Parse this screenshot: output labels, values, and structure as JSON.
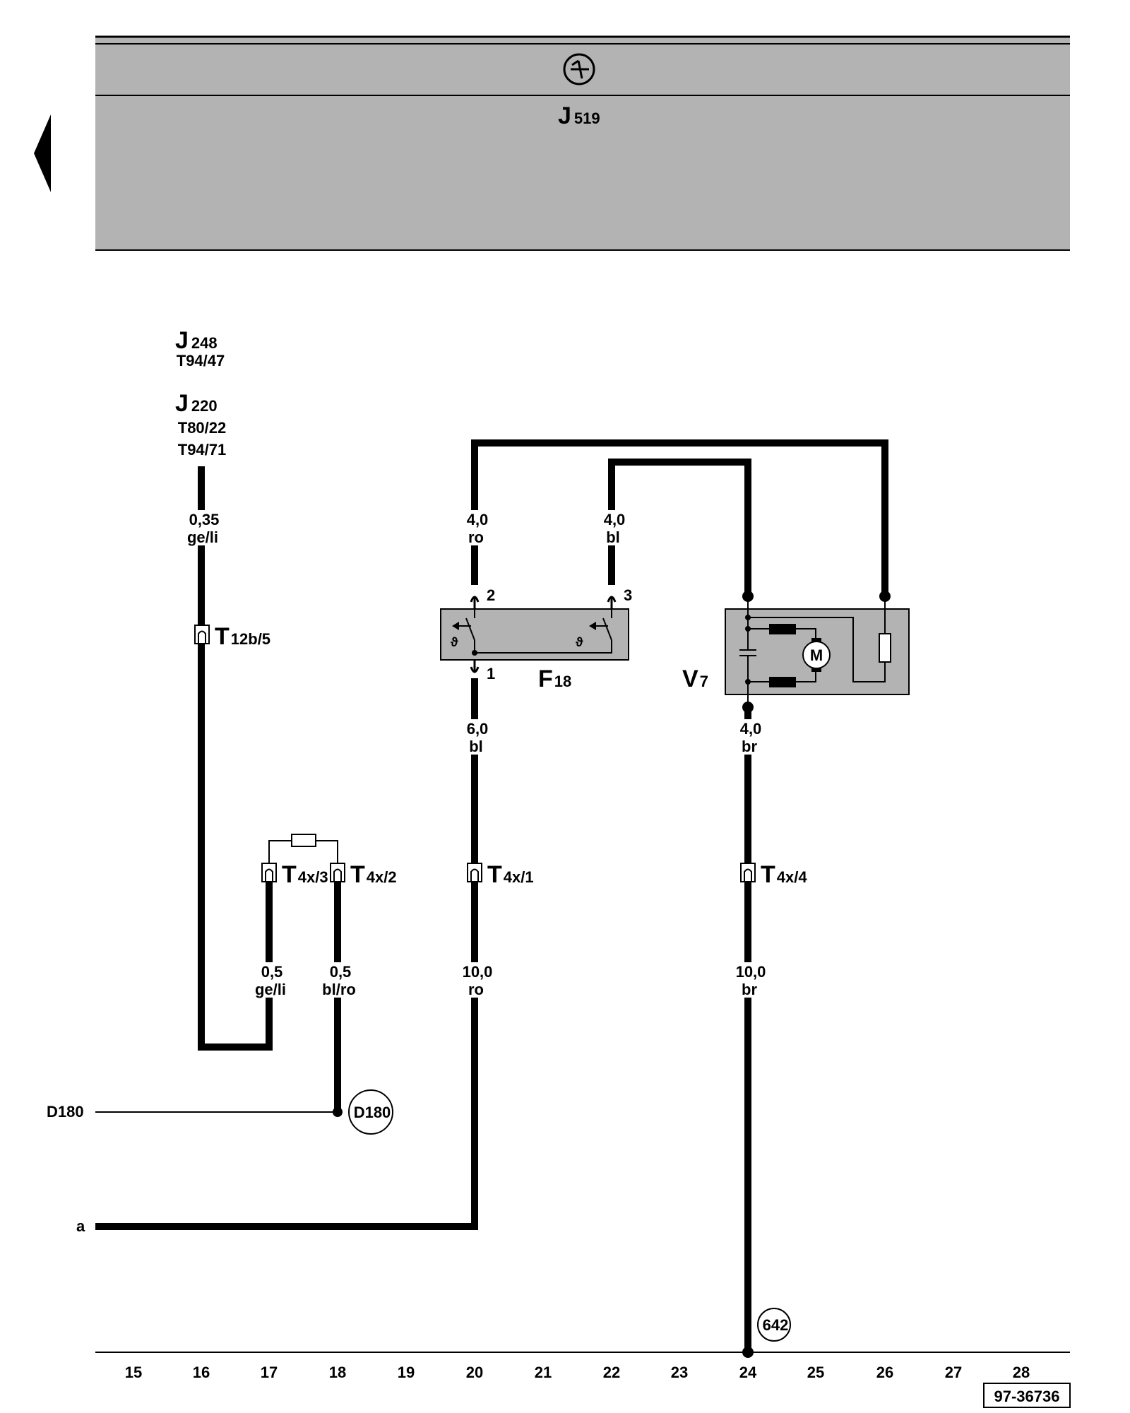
{
  "header": {
    "symbol_icon": "fan-symbol-icon",
    "component_id": "J",
    "component_sub": "519"
  },
  "nav": {
    "back_icon": "triangle-left-icon"
  },
  "top_refs": [
    {
      "id": "J",
      "sub": "248",
      "pin": "T94/47"
    },
    {
      "id": "J",
      "sub": "220",
      "pins": [
        "T80/22",
        "T94/71"
      ]
    }
  ],
  "wires": {
    "w16": {
      "size": "0,35",
      "color": "ge/li"
    },
    "w17": {
      "size": "0,5",
      "color": "ge/li"
    },
    "w18": {
      "size": "0,5",
      "color": "bl/ro"
    },
    "w20_top": {
      "size": "4,0",
      "color": "ro"
    },
    "w22_top": {
      "size": "4,0",
      "color": "bl"
    },
    "w20_mid": {
      "size": "6,0",
      "color": "bl"
    },
    "w20_bot": {
      "size": "10,0",
      "color": "ro"
    },
    "w24_mid": {
      "size": "4,0",
      "color": "br"
    },
    "w24_bot": {
      "size": "10,0",
      "color": "br"
    }
  },
  "connectors": {
    "t12b5": {
      "main": "T",
      "sub": "12b/5"
    },
    "t4x3": {
      "main": "T",
      "sub": "4x/3"
    },
    "t4x2": {
      "main": "T",
      "sub": "4x/2"
    },
    "t4x1": {
      "main": "T",
      "sub": "4x/1"
    },
    "t4x4": {
      "main": "T",
      "sub": "4x/4"
    }
  },
  "components": {
    "f18": {
      "main": "F",
      "sub": "18",
      "pins": [
        "2",
        "3",
        "1"
      ]
    },
    "v7": {
      "main": "V",
      "sub": "7",
      "motor": "M"
    }
  },
  "refs": {
    "d180_label": "D180",
    "d180_circle": "D180",
    "a_label": "a",
    "ground_circle": "642"
  },
  "grid_numbers": [
    "15",
    "16",
    "17",
    "18",
    "19",
    "20",
    "21",
    "22",
    "23",
    "24",
    "25",
    "26",
    "27",
    "28"
  ],
  "diagram_code": "97-36736"
}
